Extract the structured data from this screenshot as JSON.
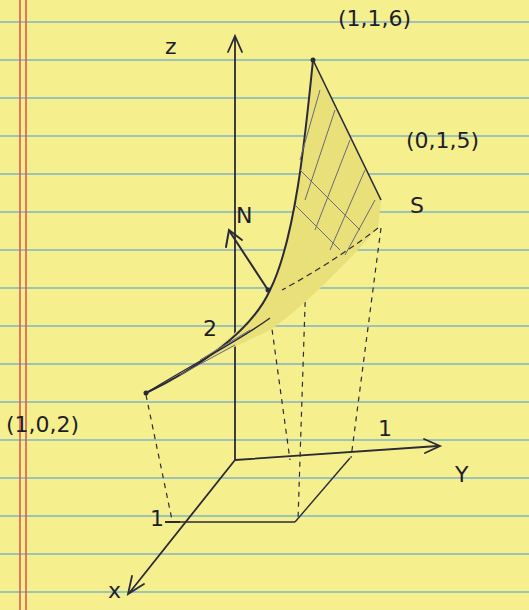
{
  "diagram": {
    "labels": [
      "(1,1,6)",
      "z",
      "(0,1,5)",
      "N",
      "S",
      "2",
      "(1,0,2)",
      "1",
      "Y",
      "1",
      "x"
    ]
  }
}
